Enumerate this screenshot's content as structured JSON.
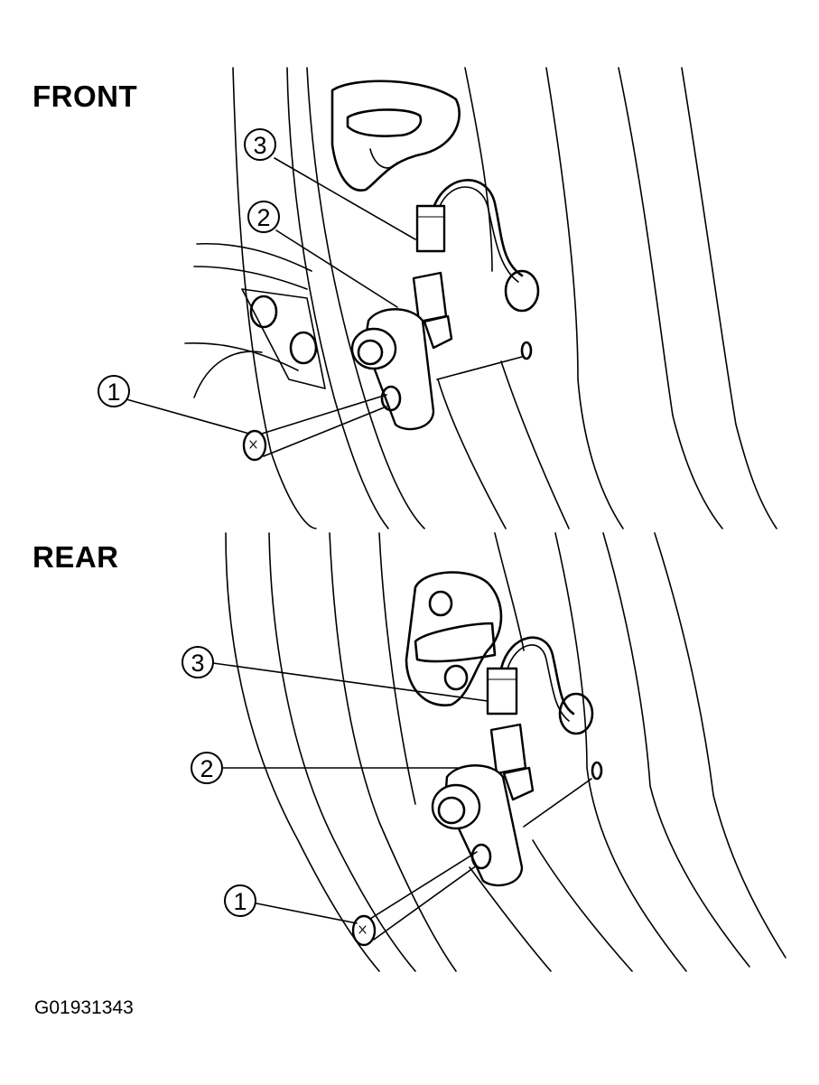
{
  "titles": {
    "front": "FRONT",
    "rear": "REAR"
  },
  "callouts": {
    "front": [
      "1",
      "2",
      "3"
    ],
    "rear": [
      "1",
      "2",
      "3"
    ]
  },
  "figure_code": "G01931343"
}
